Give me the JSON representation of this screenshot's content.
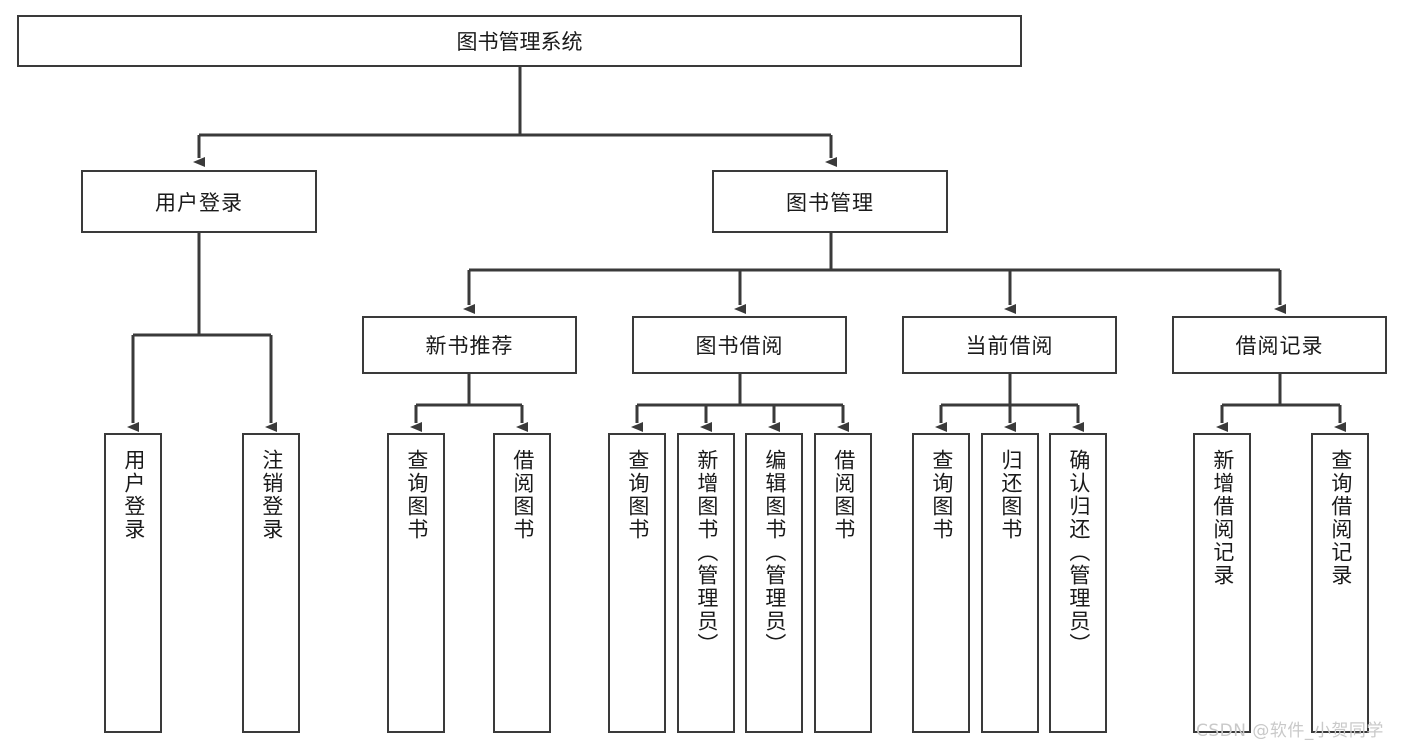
{
  "diagram": {
    "title": "图书管理系统",
    "type": "functional-structure-tree",
    "root": {
      "label": "图书管理系统"
    },
    "level2": [
      {
        "label": "用户登录"
      },
      {
        "label": "图书管理"
      }
    ],
    "level3": [
      {
        "label": "新书推荐"
      },
      {
        "label": "图书借阅"
      },
      {
        "label": "当前借阅"
      },
      {
        "label": "借阅记录"
      }
    ],
    "leaves": {
      "user_login": [
        {
          "label": "用户登录"
        },
        {
          "label": "注销登录"
        }
      ],
      "new_book_recommend": [
        {
          "label": "查询图书"
        },
        {
          "label": "借阅图书"
        }
      ],
      "book_borrow": [
        {
          "label": "查询图书"
        },
        {
          "label": "新增图书（管理员）"
        },
        {
          "label": "编辑图书（管理员）"
        },
        {
          "label": "借阅图书"
        }
      ],
      "current_borrow": [
        {
          "label": "查询图书"
        },
        {
          "label": "归还图书"
        },
        {
          "label": "确认归还（管理员）"
        }
      ],
      "borrow_record": [
        {
          "label": "新增借阅记录"
        },
        {
          "label": "查询借阅记录"
        }
      ]
    }
  },
  "watermark": {
    "text": "CSDN @软件_小贺同学"
  },
  "colors": {
    "border": "#3a3a3a",
    "background": "#ffffff",
    "text": "#1a1a1a",
    "watermark": "#c9c9c9"
  }
}
